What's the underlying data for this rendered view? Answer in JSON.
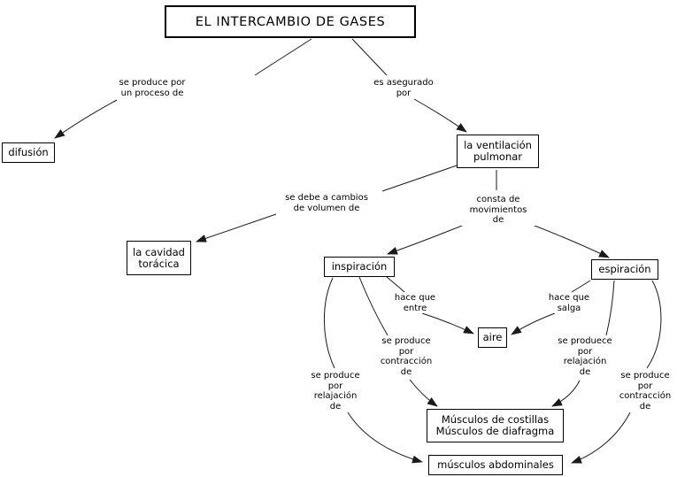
{
  "diagram": {
    "title": "EL INTERCAMBIO DE GASES",
    "nodes": {
      "difusion": "difusión",
      "ventilacion": "la ventilación\npulmonar",
      "cavidad": "la cavidad\ntorácica",
      "inspiracion": "inspiración",
      "espiracion": "espiración",
      "aire": "aire",
      "musculos_costillas": "Músculos de costillas\nMúsculos de diafragma",
      "musculos_abdominales": "músculos abdominales"
    },
    "link_labels": {
      "proceso": "se produce por\nun proceso de",
      "asegurado": "es asegurado\npor",
      "cambios": "se debe a cambios\nde volumen de",
      "consta": "consta de\nmovimientos\nde",
      "entre": "hace que\nentre",
      "salga": "hace que\nsalga",
      "contraccion_inspiracion": "se produce\npor\ncontracción\nde",
      "relajacion_espiracion": "se produece\npor\nrelajación\nde",
      "relajacion_inspiracion": "se produce\npor\nrelajación\nde",
      "contraccion_espiracion": "se produce\npor\ncontracción\nde"
    },
    "colors": {
      "line": "#1a1a1a",
      "box_border": "#000000",
      "box_bg": "#ffffff",
      "text": "#000000"
    }
  }
}
